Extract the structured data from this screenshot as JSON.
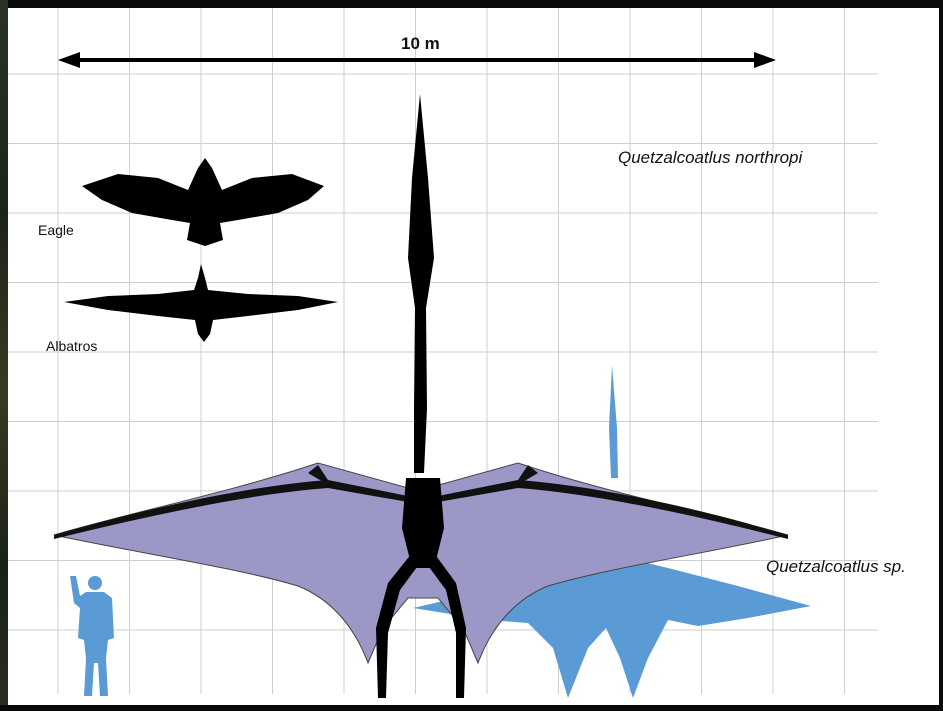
{
  "scale": {
    "label": "10 m"
  },
  "species": {
    "northropi": "Quetzalcoatlus northropi",
    "sp": "Quetzalcoatlus sp."
  },
  "comparisons": {
    "eagle": "Eagle",
    "albatros": "Albatros"
  },
  "colors": {
    "northropi_wing": "#9b98c8",
    "northropi_body": "#000000",
    "sp_wing": "#5b9bd5",
    "human": "#5b9bd5",
    "bird_silhouette": "#000000",
    "grid": "#cfcfcf"
  }
}
